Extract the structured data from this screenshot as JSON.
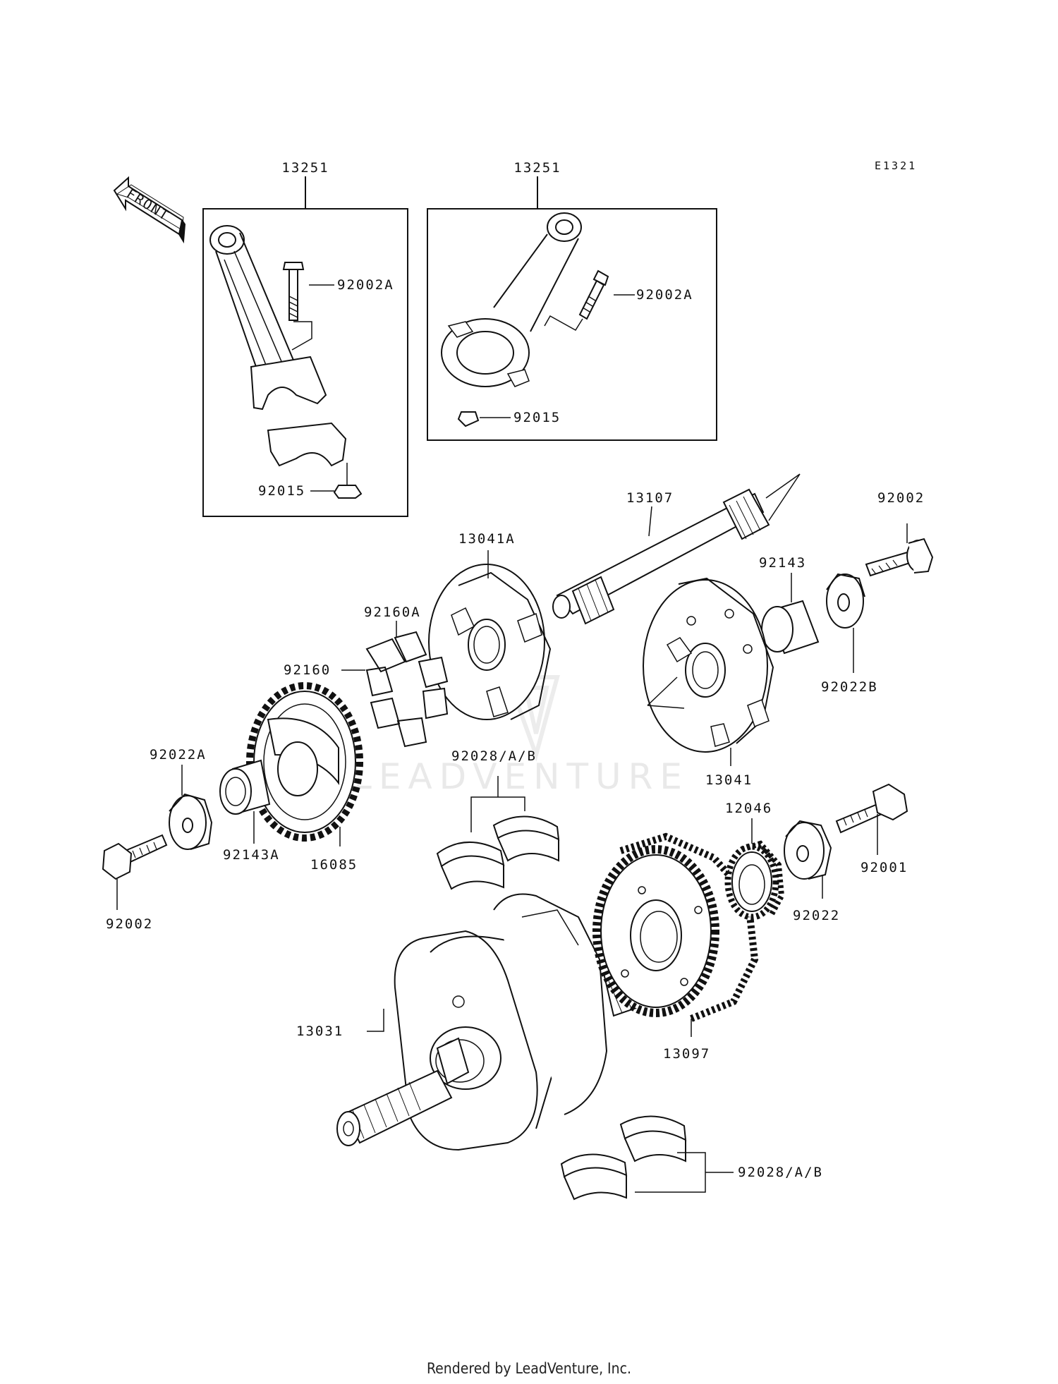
{
  "diagram": {
    "code": "E1321",
    "front_label": "FRONT",
    "watermark": "LEADVENTURE",
    "parts": {
      "conrod_left": "13251",
      "conrod_right": "13251",
      "bolt_left": "92002A",
      "bolt_right": "92002A",
      "nut_left": "92015",
      "nut_right": "92015",
      "shaft": "13107",
      "bolt_top_right": "92002",
      "coupling_a": "13041A",
      "collar_right": "92143",
      "washer_right": "92022B",
      "damper_a": "92160A",
      "damper": "92160",
      "coupling": "13041",
      "washer_left": "92022A",
      "bearing_shells_upper": "92028/A/B",
      "collar_left": "92143A",
      "sprocket": "16085",
      "bolt_left_bottom": "92002",
      "gear_small": "12046",
      "bolt_small": "92001",
      "washer_small": "92022",
      "crankshaft": "13031",
      "gear_large": "13097",
      "bearing_shells_lower": "92028/A/B"
    }
  },
  "footer": "Rendered by LeadVenture, Inc."
}
